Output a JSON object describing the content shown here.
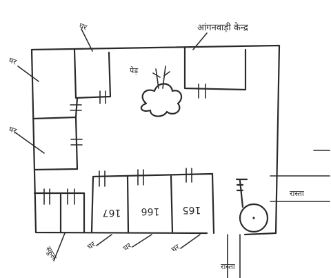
{
  "labels": {
    "anganwadi": "आंगनवाड़ी केन्द्र",
    "tree": "पेड़",
    "road_right": "रास्ता",
    "road_bottom": "रास्ता",
    "house_top_left": "घर",
    "house_left_upper": "घर",
    "house_left_lower": "घर",
    "house_bottom_left": "घर",
    "house_bottom_mid": "घर",
    "house_bottom_right": "घर",
    "school": "स्कूल"
  },
  "house_numbers": {
    "h167": "167",
    "h166": "166",
    "h165": "165"
  }
}
